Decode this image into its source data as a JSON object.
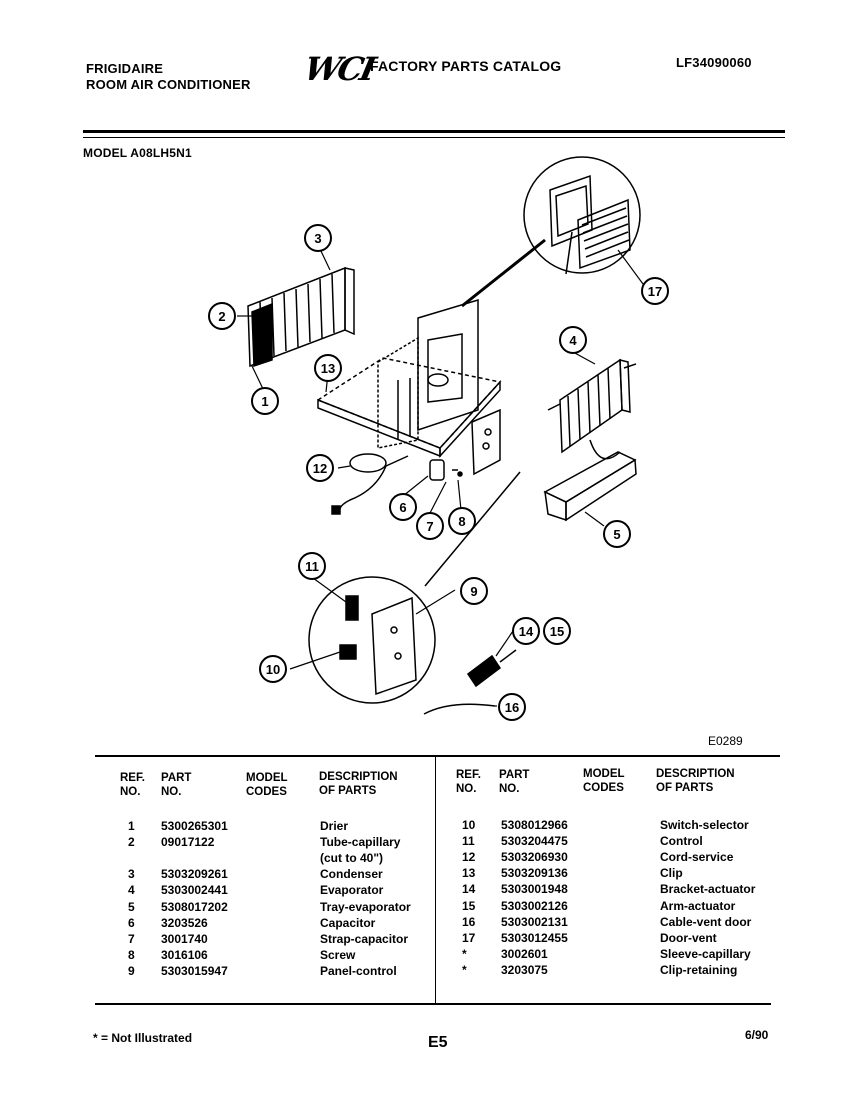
{
  "header": {
    "brand": "FRIGIDAIRE",
    "product": "ROOM AIR CONDITIONER",
    "logo": "WCI",
    "catalog_title": "FACTORY PARTS CATALOG",
    "catalog_number": "LF34090060"
  },
  "model_label": "MODEL A08LH5N1",
  "diagram": {
    "code": "E0289",
    "callouts": [
      "1",
      "2",
      "3",
      "4",
      "5",
      "6",
      "7",
      "8",
      "9",
      "10",
      "11",
      "12",
      "13",
      "14",
      "15",
      "16",
      "17"
    ]
  },
  "table": {
    "headers": {
      "ref": "REF.\nNO.",
      "part": "PART\nNO.",
      "model": "MODEL\nCODES",
      "desc": "DESCRIPTION\nOF PARTS"
    },
    "left_rows": [
      {
        "ref": "1",
        "part": "5300265301",
        "desc": "Drier"
      },
      {
        "ref": "2",
        "part": "09017122",
        "desc": "Tube-capillary"
      },
      {
        "ref": "",
        "part": "",
        "desc": "(cut to 40\")"
      },
      {
        "ref": "3",
        "part": "5303209261",
        "desc": "Condenser"
      },
      {
        "ref": "4",
        "part": "5303002441",
        "desc": "Evaporator"
      },
      {
        "ref": "5",
        "part": "5308017202",
        "desc": "Tray-evaporator"
      },
      {
        "ref": "6",
        "part": "3203526",
        "desc": "Capacitor"
      },
      {
        "ref": "7",
        "part": "3001740",
        "desc": "Strap-capacitor"
      },
      {
        "ref": "8",
        "part": "3016106",
        "desc": "Screw"
      },
      {
        "ref": "9",
        "part": "5303015947",
        "desc": "Panel-control"
      }
    ],
    "right_rows": [
      {
        "ref": "10",
        "part": "5308012966",
        "desc": "Switch-selector"
      },
      {
        "ref": "11",
        "part": "5303204475",
        "desc": "Control"
      },
      {
        "ref": "12",
        "part": "5303206930",
        "desc": "Cord-service"
      },
      {
        "ref": "13",
        "part": "5303209136",
        "desc": "Clip"
      },
      {
        "ref": "14",
        "part": "5303001948",
        "desc": "Bracket-actuator"
      },
      {
        "ref": "15",
        "part": "5303002126",
        "desc": "Arm-actuator"
      },
      {
        "ref": "16",
        "part": "5303002131",
        "desc": "Cable-vent door"
      },
      {
        "ref": "17",
        "part": "5303012455",
        "desc": "Door-vent"
      },
      {
        "ref": "*",
        "part": "3002601",
        "desc": "Sleeve-capillary"
      },
      {
        "ref": "*",
        "part": "3203075",
        "desc": "Clip-retaining"
      }
    ]
  },
  "footer": {
    "note": "* = Not Illustrated",
    "page": "E5",
    "date": "6/90"
  }
}
